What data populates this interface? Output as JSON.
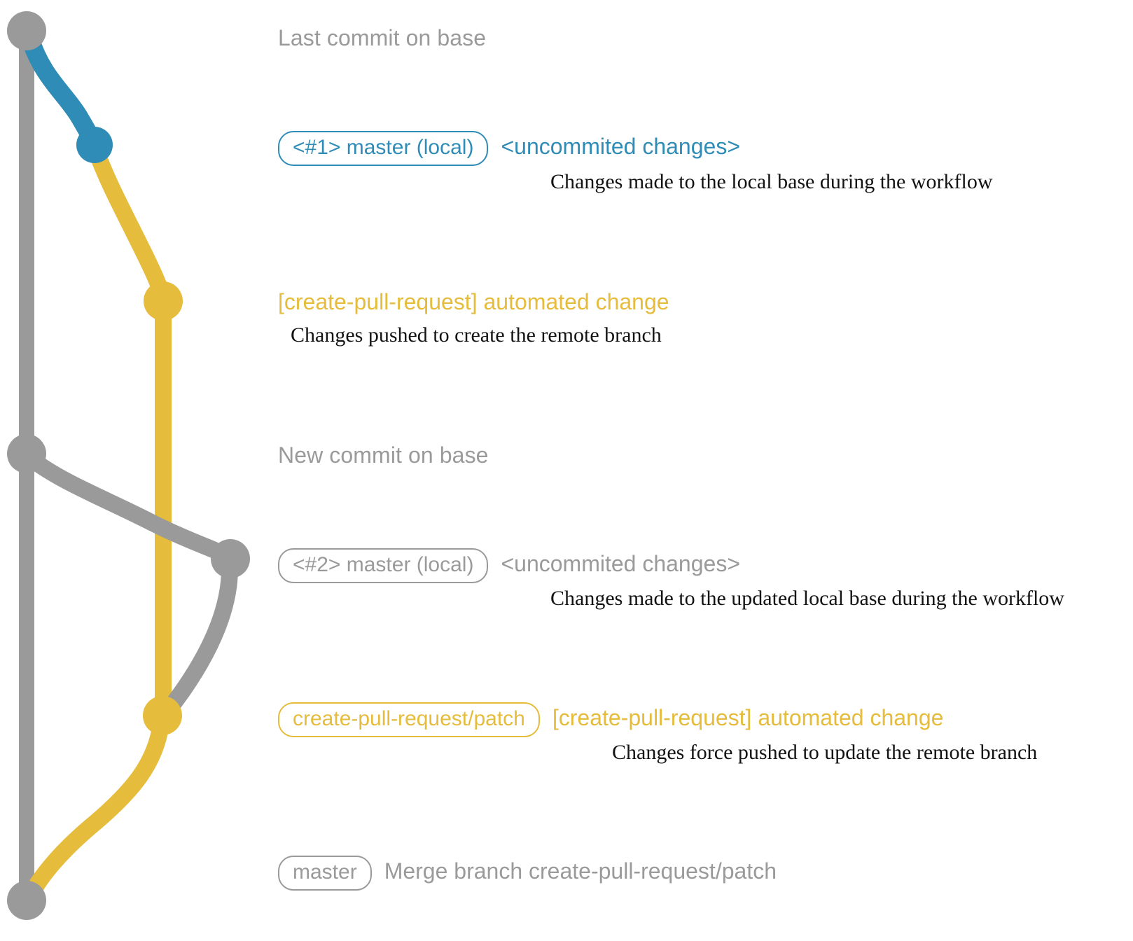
{
  "diagram": {
    "title": "git commit graph of create-pull-request workflow",
    "colors": {
      "gray": "#9a9a9a",
      "blue": "#2f8cb6",
      "yellow": "#e5bc3c",
      "text_dark": "#131313",
      "background": "#ffffff"
    }
  },
  "rows": [
    {
      "id": "last-commit-on-base",
      "badge": null,
      "message": "Last commit on base",
      "message_color": "gray",
      "description": null,
      "node_color": "gray"
    },
    {
      "id": "master-local-1",
      "badge": "<#1> master (local)",
      "badge_color": "blue",
      "message": "<uncommited changes>",
      "message_color": "blue",
      "description": "Changes made to the local base during the workflow",
      "node_color": "blue"
    },
    {
      "id": "automated-change-1",
      "badge": null,
      "message": "[create-pull-request] automated change",
      "message_color": "yellow",
      "description": "Changes pushed to create the remote branch",
      "node_color": "yellow"
    },
    {
      "id": "new-commit-on-base",
      "badge": null,
      "message": "New commit on base",
      "message_color": "gray",
      "description": null,
      "node_color": "gray"
    },
    {
      "id": "master-local-2",
      "badge": "<#2> master (local)",
      "badge_color": "gray",
      "message": "<uncommited changes>",
      "message_color": "gray",
      "description": "Changes made to the updated local base during the workflow",
      "node_color": "gray"
    },
    {
      "id": "automated-change-2",
      "badge": "create-pull-request/patch",
      "badge_color": "yellow",
      "message": "[create-pull-request] automated change",
      "message_color": "yellow",
      "description": "Changes force pushed to update the remote branch",
      "node_color": "yellow"
    },
    {
      "id": "merge-master",
      "badge": "master",
      "badge_color": "gray",
      "message": "Merge branch create-pull-request/patch",
      "message_color": "gray",
      "description": null,
      "node_color": "gray"
    }
  ]
}
